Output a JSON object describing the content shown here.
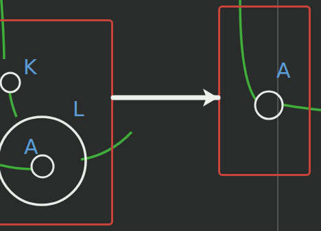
{
  "diagram": {
    "nodes": [
      {
        "text": [
          "L"
        ]
      },
      {
        "text": [
          "K"
        ],
        "in": 0
      },
      {
        "text": [
          "A"
        ],
        "in": 0
      },
      {
        "text": [
          "A"
        ]
      }
    ],
    "edges": [
      {
        "from": 0,
        "to": 3,
        "arrow": "to"
      }
    ]
  }
}
